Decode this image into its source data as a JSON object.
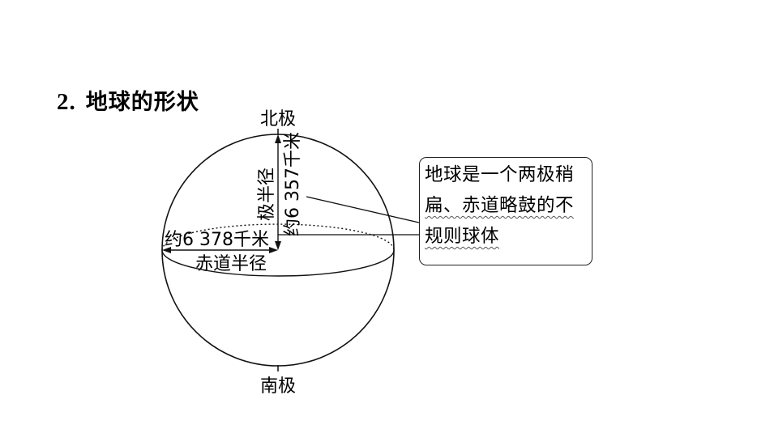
{
  "heading": {
    "number": "2.",
    "title": "地球的形状"
  },
  "diagram": {
    "north_pole": "北极",
    "south_pole": "南极",
    "polar_radius_label": "极半径",
    "polar_radius_value": "约6 357千米",
    "equatorial_radius_value": "约6 378千米",
    "equatorial_radius_label": "赤道半径"
  },
  "callout": {
    "lines": [
      "地球是一个两极稍",
      "扁、赤道略鼓的不",
      "规则球体"
    ]
  }
}
